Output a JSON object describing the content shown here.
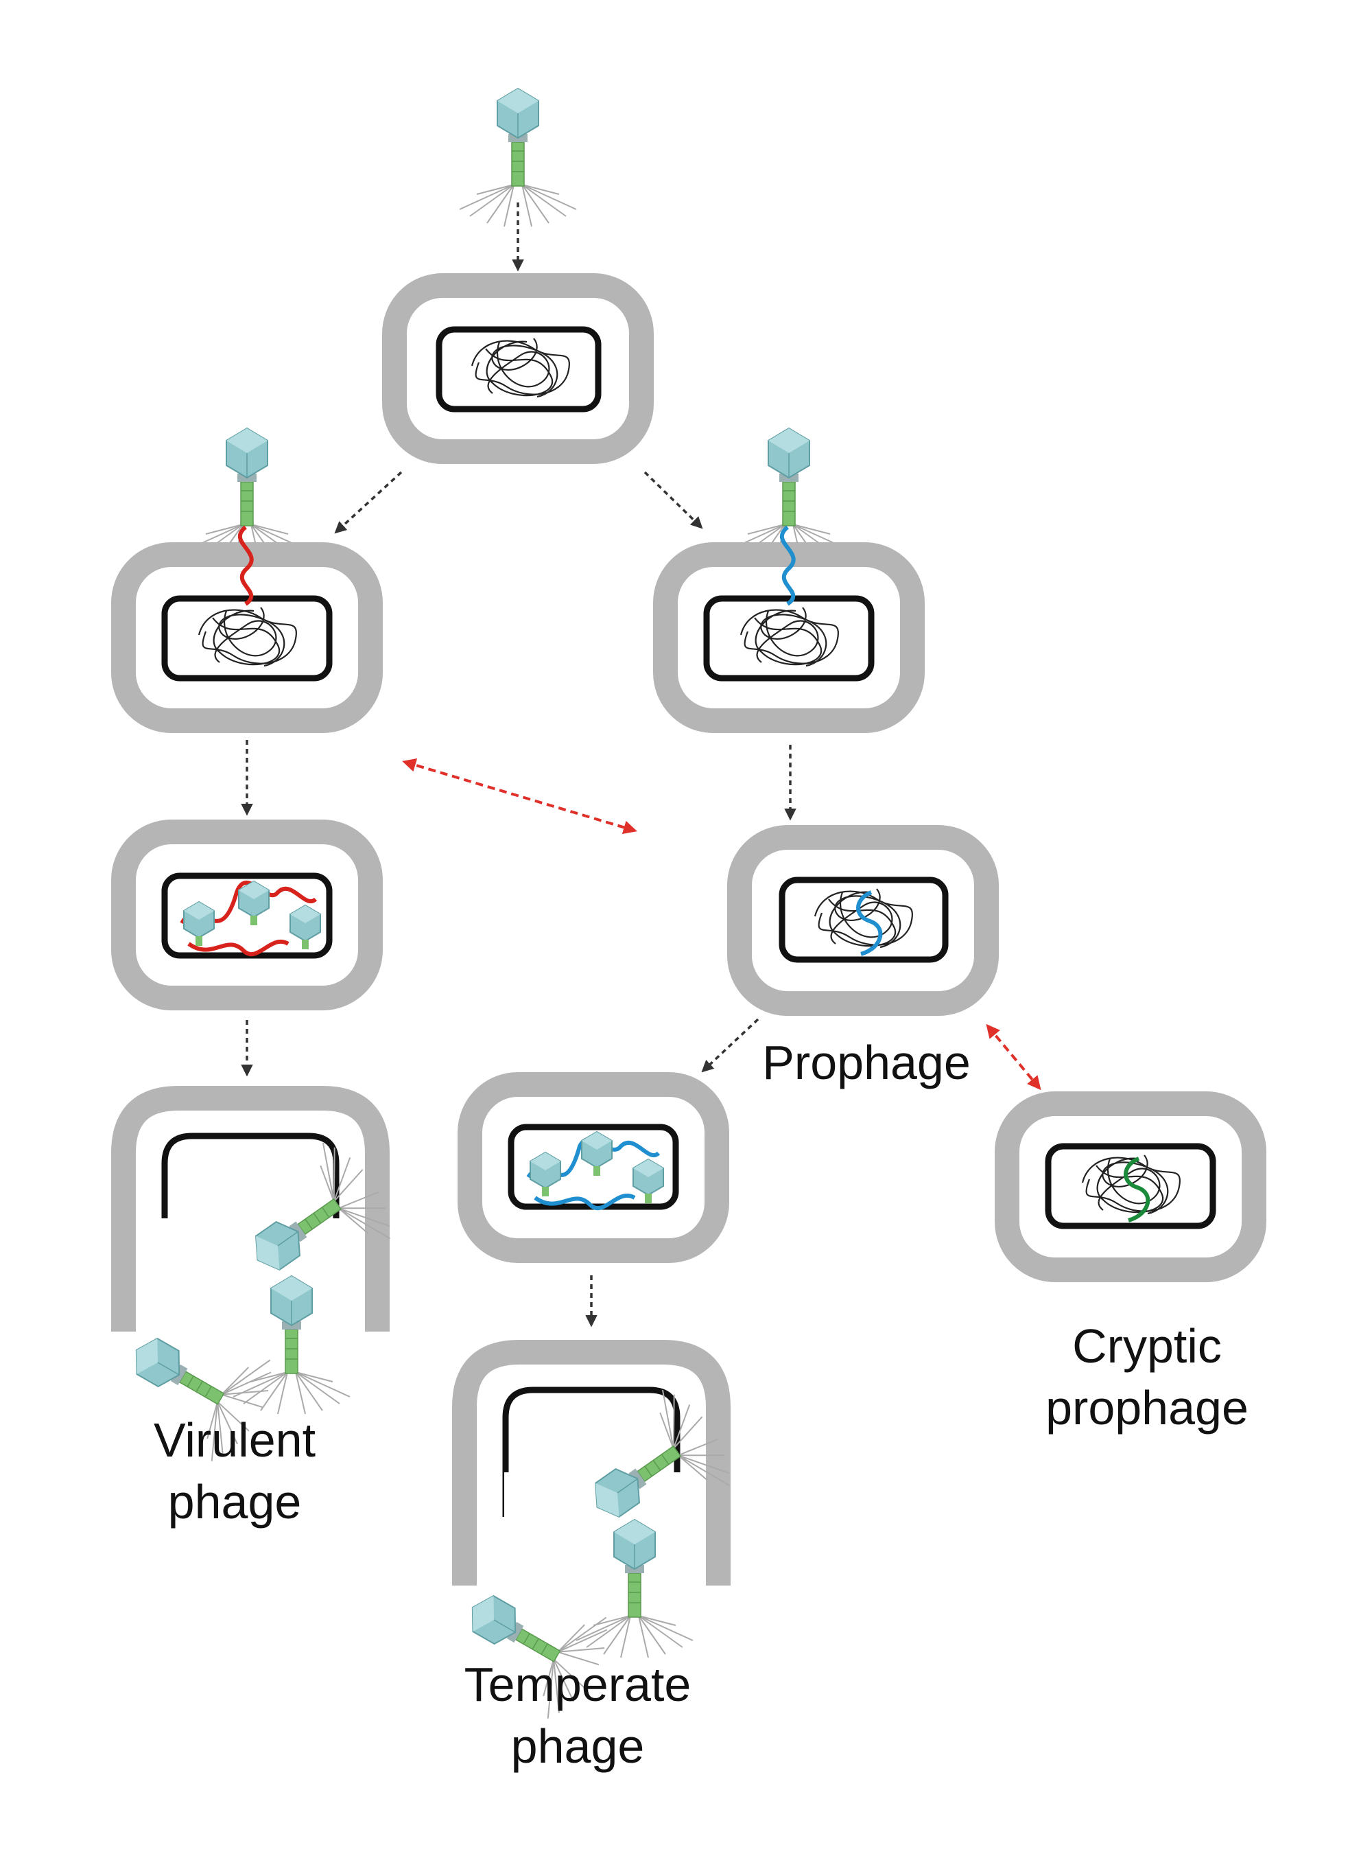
{
  "labels": {
    "prophage": "Prophage",
    "virulent": [
      "Virulent",
      "phage"
    ],
    "temperate": [
      "Temperate",
      "phage"
    ],
    "cryptic": [
      "Cryptic",
      "prophage"
    ]
  },
  "colors": {
    "cell_wall": "#b5b5b5",
    "membrane": "#111111",
    "arrow_dark": "#333333",
    "arrow_red": "#e0302a",
    "virulent_dna": "#d8231c",
    "temperate_dna": "#1f8fd0",
    "cryptic_dna": "#1a8a3a",
    "phage_head": "#8fc7cc",
    "phage_tail": "#7cc26e"
  },
  "icons": [
    "bacteriophage-icon",
    "bacterial-cell-icon",
    "chromosome-icon"
  ]
}
